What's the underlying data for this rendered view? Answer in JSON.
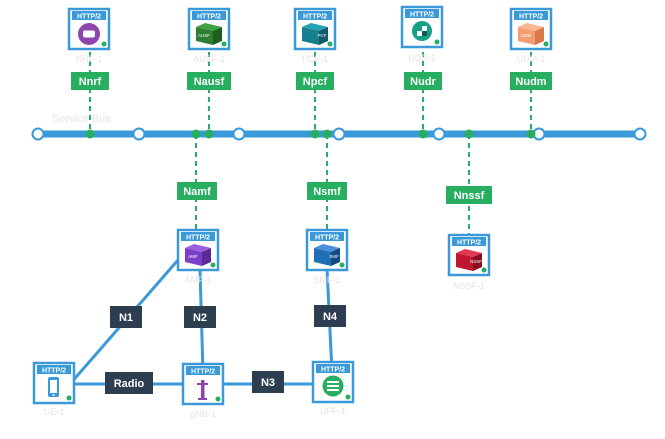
{
  "colors": {
    "bus": "#3a9ad9",
    "interface_green": "#27ae60",
    "reference_dark": "#2c3e50",
    "node_frame": "#3a9ad9",
    "status_dot": "#27ae60",
    "faint_text": "#dfe5ea"
  },
  "service_bus": {
    "label": "Service Bus"
  },
  "badge": "HTTP/2",
  "nodes": {
    "nrf": {
      "name": "NRF-1",
      "icon": "nrf-icon",
      "color": "#8e44ad"
    },
    "ausf": {
      "name": "AUSF-1",
      "icon": "ausf-icon",
      "color": "#2e7d32",
      "cube_text": "AUSF"
    },
    "pcf": {
      "name": "PCF-1",
      "icon": "pcf-icon",
      "color": "#16808f",
      "cube_text": "PCF"
    },
    "udr": {
      "name": "UDR-1",
      "icon": "udr-icon",
      "color": "#16a085"
    },
    "udm": {
      "name": "UDM-1",
      "icon": "udm-icon",
      "color": "#f39c70",
      "cube_text": "UDM"
    },
    "amf": {
      "name": "AMF-1",
      "icon": "amf-icon",
      "color": "#7b3fc8",
      "cube_text": "AMF"
    },
    "smf": {
      "name": "SMF-1",
      "icon": "smf-icon",
      "color": "#1f6fb5",
      "cube_text": "SMF"
    },
    "nssf": {
      "name": "NSSF-1",
      "icon": "nssf-icon",
      "color": "#c0152e",
      "cube_text": "NSSF"
    },
    "ue": {
      "name": "UE-1",
      "icon": "phone-icon",
      "color": "#3a9ad9"
    },
    "gnb": {
      "name": "gNB-1",
      "icon": "antenna-icon",
      "color": "#8e44ad"
    },
    "upf": {
      "name": "UPF-1",
      "icon": "upf-icon",
      "color": "#27ae60"
    }
  },
  "interfaces": {
    "nnrf": "Nnrf",
    "nausf": "Nausf",
    "npcf": "Npcf",
    "nudr": "Nudr",
    "nudm": "Nudm",
    "namf": "Namf",
    "nsmf": "Nsmf",
    "nnssf": "Nnssf"
  },
  "reference_points": {
    "n1": "N1",
    "n2": "N2",
    "n3": "N3",
    "n4": "N4",
    "radio": "Radio"
  }
}
